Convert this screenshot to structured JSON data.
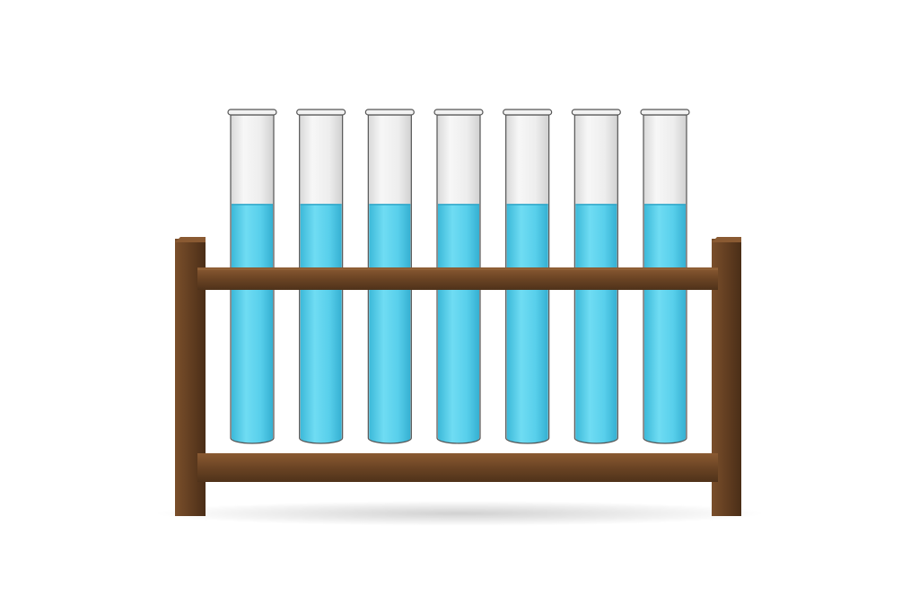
{
  "scene": {
    "subject": "test-tube-rack",
    "tube_count": 7,
    "liquid_fill_fraction": 0.74,
    "colors": {
      "background": "#ffffff",
      "liquid": "#5fd3ee",
      "liquid_dark": "#3bb8d8",
      "glass": "#eeeeee",
      "glass_edge": "#555555",
      "wood": "#6b4424",
      "wood_dark": "#4a2e17",
      "wood_light": "#8a5a32"
    }
  }
}
